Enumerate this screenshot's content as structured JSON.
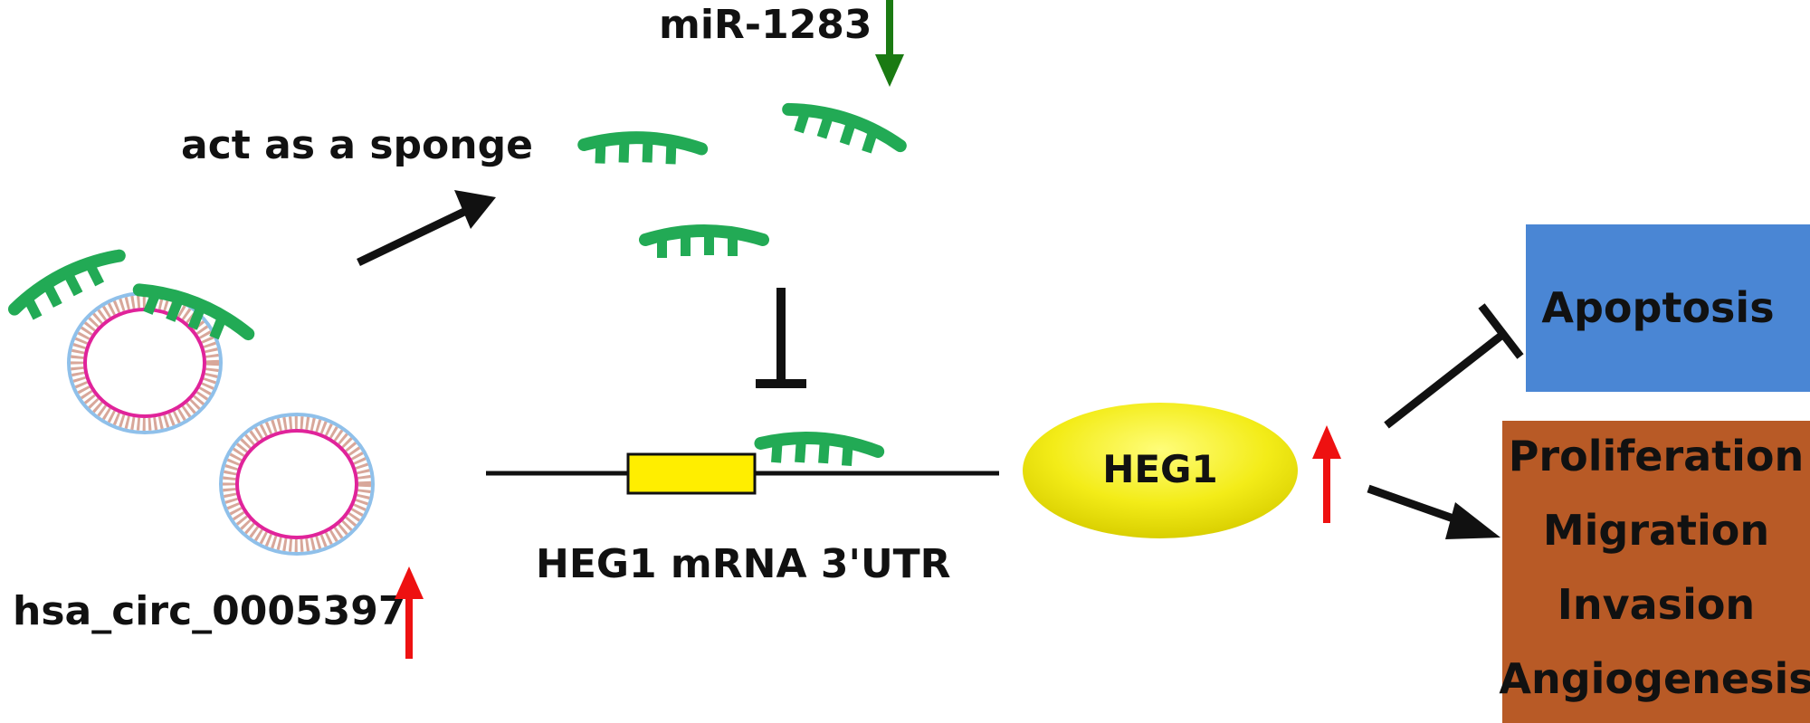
{
  "labels": {
    "mirna": "miR-1283",
    "sponge": "act as a sponge",
    "circrna": "hsa_circ_0005397",
    "utr": "HEG1 mRNA 3'UTR",
    "protein": "HEG1"
  },
  "outcomes": {
    "inhibited": {
      "label": "Apoptosis",
      "color": "#4a86d4"
    },
    "promoted": {
      "lines": [
        "Proliferation",
        "Migration",
        "Invasion",
        "Angiogenesis"
      ],
      "color": "#b85a26"
    }
  },
  "colors": {
    "up_arrow": "#ee1111",
    "down_arrow": "#1a7a12",
    "mirna": "#22aa55",
    "circ_outer": "#8fc0ea",
    "circ_inner": "#e0239a",
    "circ_teeth": "#d8a79a",
    "heg1": "#f3ec18",
    "utr_box": "#ffee00"
  },
  "icons": {
    "up_arrow": "red-up-arrow-icon",
    "down_arrow": "green-down-arrow-icon",
    "mirna": "mirna-comb-icon",
    "circ": "circular-rna-icon"
  }
}
